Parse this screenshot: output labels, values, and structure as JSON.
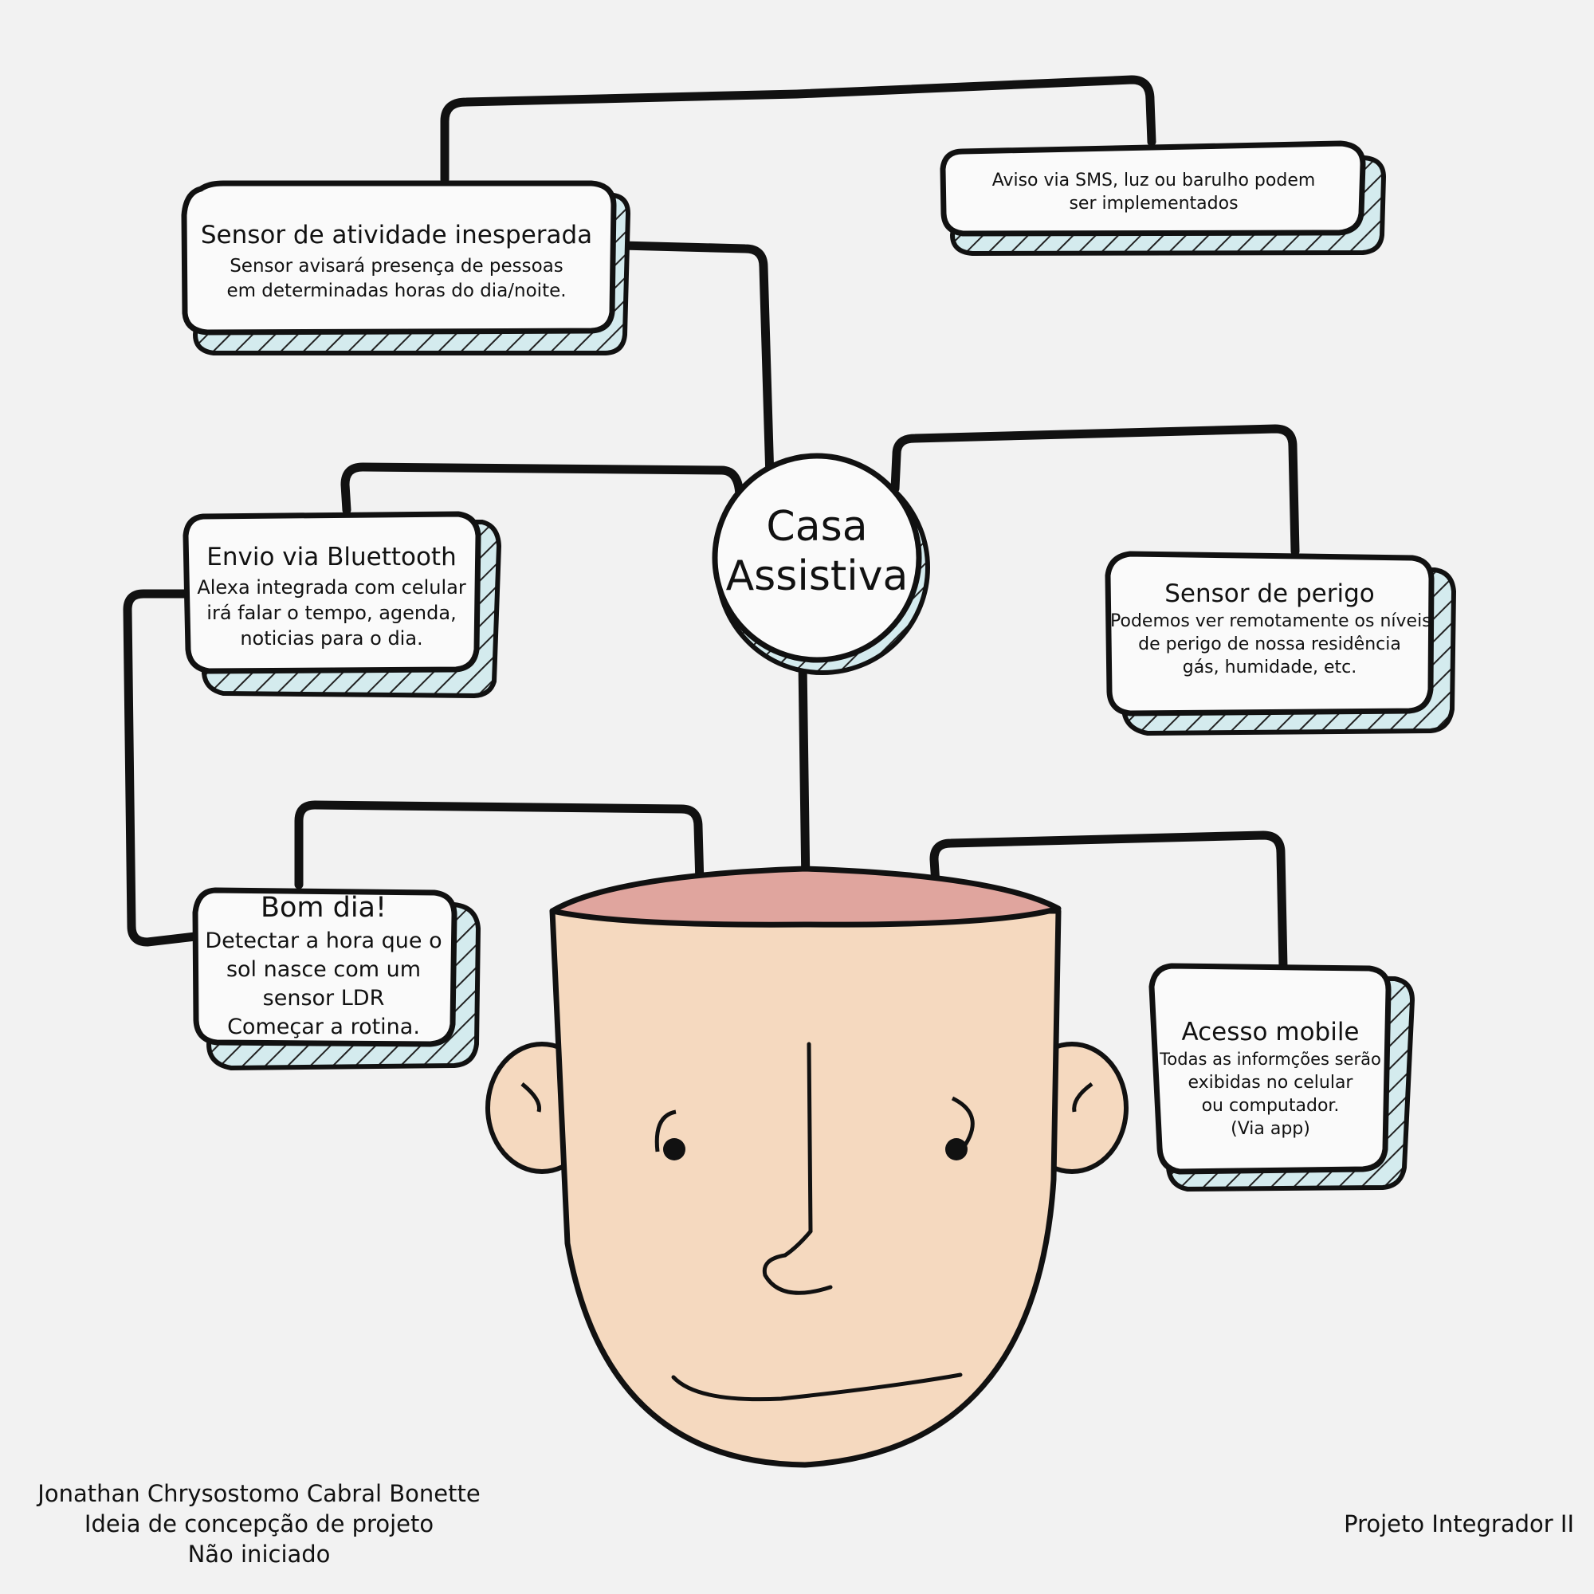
{
  "center": {
    "lines": [
      "Casa",
      "Assistiva"
    ]
  },
  "nodes": {
    "sensor_atividade": {
      "title": "Sensor de atividade inesperada",
      "body": [
        "Sensor avisará presença de pessoas",
        "em determinadas horas do dia/noite."
      ]
    },
    "aviso": {
      "body": [
        "Aviso via SMS, luz ou barulho podem",
        "ser implementados"
      ]
    },
    "bluetooth": {
      "title": "Envio via Bluettooth",
      "body": [
        "Alexa integrada com celular",
        "irá falar o tempo, agenda,",
        "noticias para o dia."
      ]
    },
    "sensor_perigo": {
      "title": "Sensor de perigo",
      "body": [
        "Podemos ver remotamente os níveis",
        "de perigo de nossa residência",
        "gás, humidade, etc."
      ]
    },
    "bom_dia": {
      "title": "Bom dia!",
      "body": [
        "Detectar a hora que o",
        "sol nasce com um",
        "sensor LDR",
        "Começar a rotina."
      ]
    },
    "acesso_mobile": {
      "title": "Acesso mobile",
      "body": [
        "Todas as informções serão",
        "exibidas no celular",
        "ou computador.",
        "(Via app)"
      ]
    }
  },
  "footer": {
    "left": [
      "Jonathan Chrysostomo Cabral Bonette",
      "Ideia de concepção de projeto",
      "Não iniciado"
    ],
    "right": "Projeto Integrador II"
  },
  "colors": {
    "background": "#f2f2f2",
    "outline": "#111111",
    "box_fill": "#fafafa",
    "shadow_fill": "#d4ebee",
    "face": "#f5d9bf",
    "head_inside": "#e0a59e"
  }
}
